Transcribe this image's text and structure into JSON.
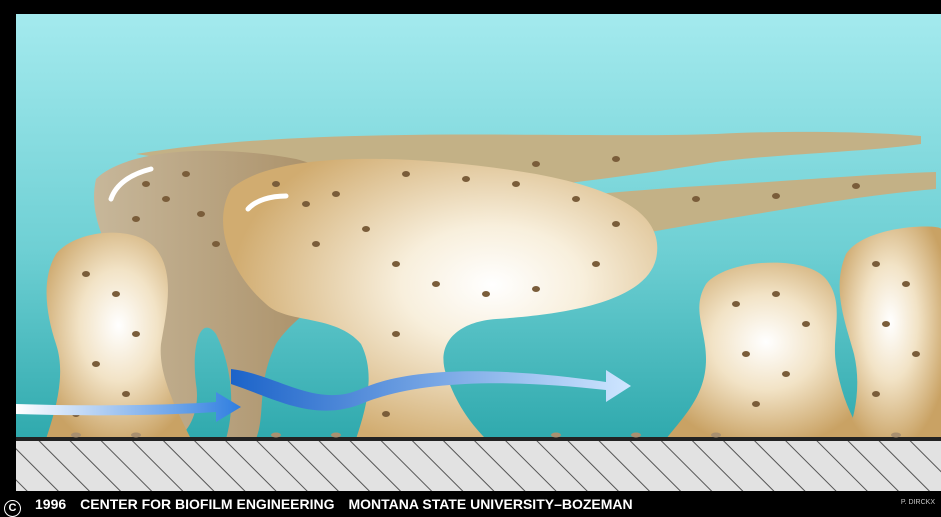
{
  "caption": {
    "copyright_symbol": "C",
    "year": "1996",
    "center": "CENTER FOR BIOFILM ENGINEERING",
    "university": "MONTANA STATE UNIVERSITY–BOZEMAN"
  },
  "artist_credit": "P. DIRCKX",
  "colors": {
    "water_top": "#9ee6ea",
    "water_bottom": "#3fb5b8",
    "biofilm": "#d6b47a",
    "biofilm_light": "#f5efe2",
    "cells": "#7a5d3a",
    "flow_arrow": "#1b63c9",
    "substratum_hatch": "#555555"
  },
  "icons": [
    "flow-arrow-icon",
    "copyright-icon"
  ]
}
